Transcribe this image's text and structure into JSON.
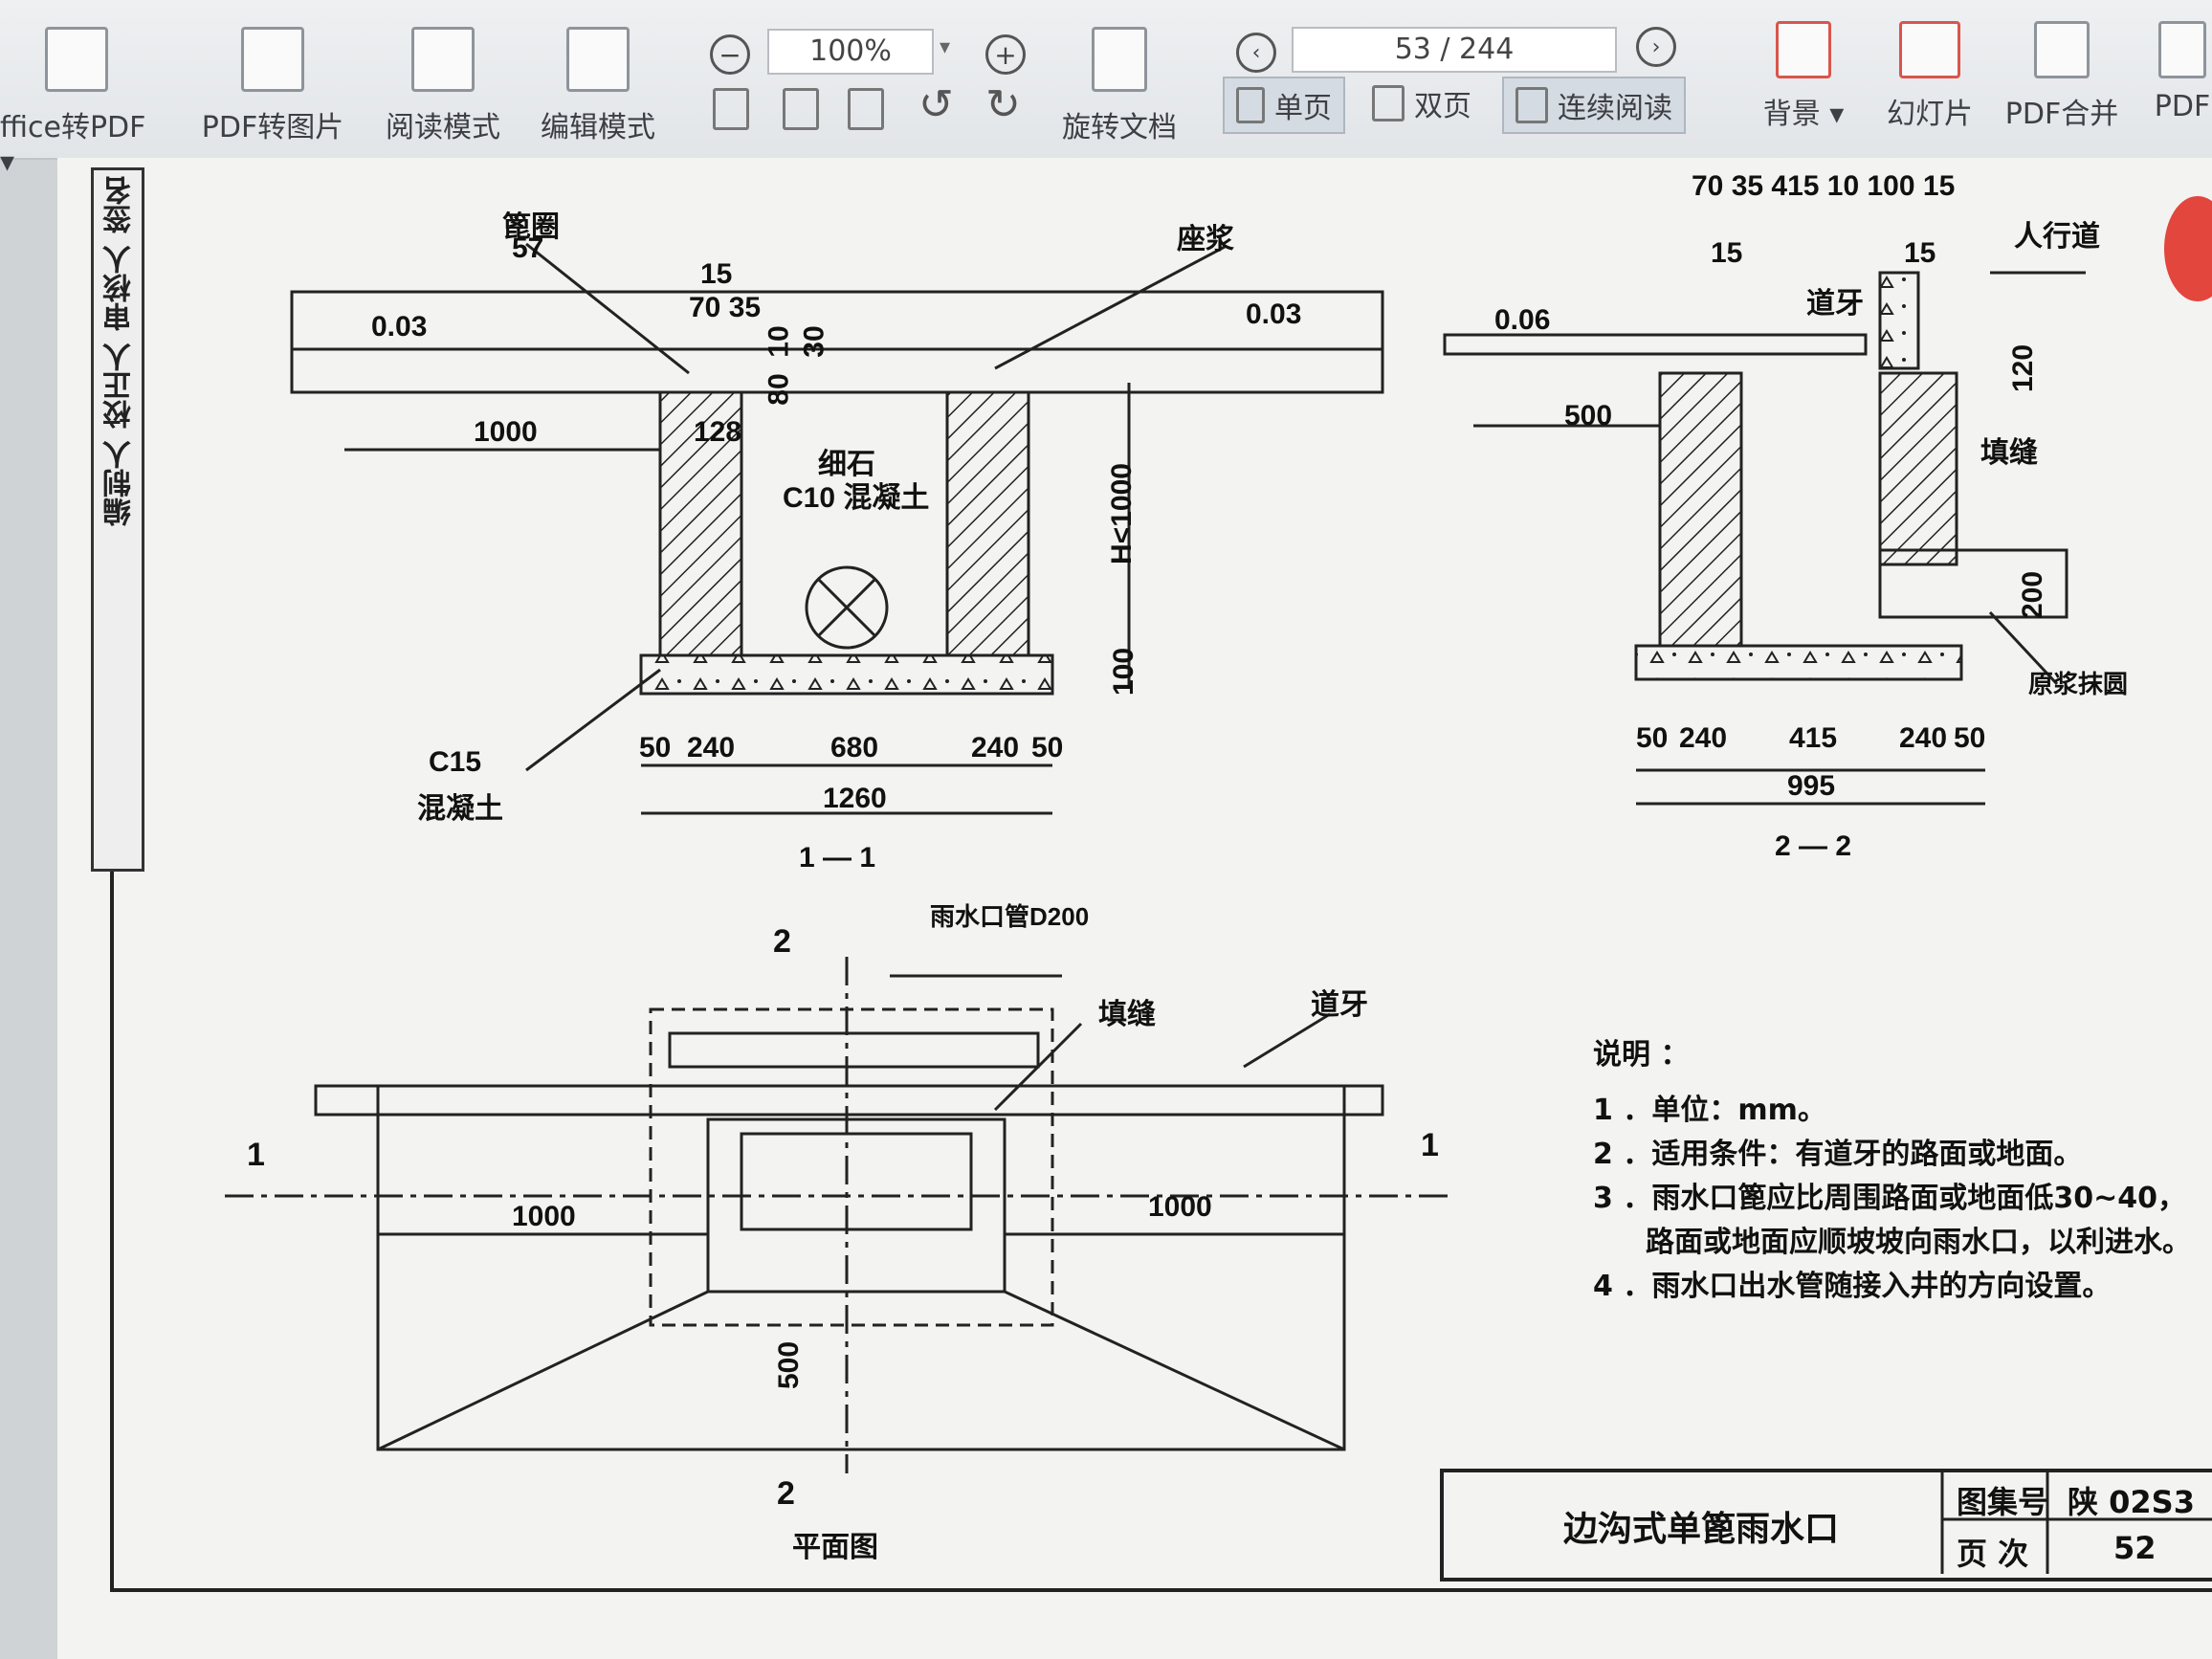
{
  "toolbar": {
    "office_to_pdf": "ffice转PDF ▾",
    "pdf_to_image": "PDF转图片",
    "reading_mode": "阅读模式",
    "edit_mode": "编辑模式",
    "zoom": "100%",
    "rotate_doc": "旋转文档",
    "page_indicator": "53 / 244",
    "single_page": "单页",
    "double_page": "双页",
    "continuous": "连续阅读",
    "background": "背景 ▾",
    "slideshow": "幻灯片",
    "pdf_merge": "PDF合并",
    "pdf_more": "PDF"
  },
  "side_strip": [
    "编制人",
    "校正人",
    "审核人",
    "签名"
  ],
  "drawing": {
    "section11": {
      "label": "1 — 1",
      "grate": "篦圈",
      "grate_val": "57",
      "mortar": "座浆",
      "gravel": "细石",
      "concrete_c10": "C10 混凝土",
      "concrete_c15": "C15",
      "concrete_word": "混凝土",
      "slope_left": "0.03",
      "slope_right": "0.03",
      "dim_top": "15",
      "dim_70_35": "70 35",
      "dim_10": "10",
      "dim_30": "30",
      "dim_80": "80",
      "dim_128": "128",
      "dim_1000": "1000",
      "h_label": "H<1000",
      "dim_100": "100",
      "dim_50a": "50",
      "dim_240a": "240",
      "dim_680": "680",
      "dim_240b": "240",
      "dim_50b": "50",
      "dim_1260": "1260"
    },
    "section22": {
      "label": "2 — 2",
      "dims_top": "70 35   415   10 100 15",
      "dim_15a": "15",
      "dim_15b": "15",
      "sidewalk": "人行道",
      "curb": "道牙",
      "slope": "0.06",
      "dim_120": "120",
      "dim_500": "500",
      "fill_joint": "填缝",
      "dim_200": "200",
      "mortar_ring": "原浆抹圆",
      "dim_50a": "50",
      "dim_240a": "240",
      "dim_415": "415",
      "dim_240b": "240",
      "dim_50b": "50",
      "dim_995": "995"
    },
    "plan": {
      "title": "平面图",
      "pipe": "雨水口管D200",
      "fill_joint": "填缝",
      "curb": "道牙",
      "cut2_top": "2",
      "cut2_bottom": "2",
      "cut1_left": "1",
      "cut1_right": "1",
      "dim_1000_left": "1000",
      "dim_1000_right": "1000",
      "dim_500": "500"
    }
  },
  "notes": {
    "heading": "说明 ：",
    "items": [
      "1 ．单位：mm。",
      "2 ．适用条件：有道牙的路面或地面。",
      "3 ．雨水口篦应比周围路面或地面低30~40，",
      "路面或地面应顺坡坡向雨水口，以利进水。",
      "4 ．雨水口出水管随接入井的方向设置。"
    ]
  },
  "title_block": {
    "title": "边沟式单篦雨水口",
    "atlas_label": "图集号",
    "atlas_value": "陕 02S3",
    "page_label": "页 次",
    "page_value": "52"
  }
}
